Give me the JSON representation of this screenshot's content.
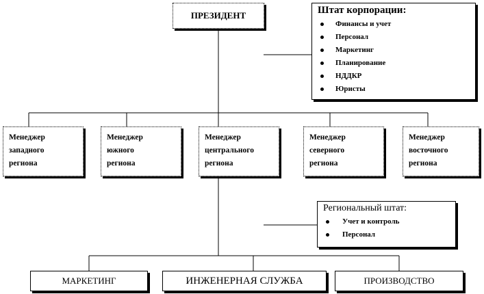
{
  "president": {
    "label": "ПРЕЗИДЕНТ"
  },
  "corporate_staff": {
    "title": "Штат корпорации:",
    "items": [
      "Финансы и учет",
      "Персонал",
      "Маркетинг",
      "Планирование",
      "НДДКР",
      "Юристы"
    ]
  },
  "managers": [
    {
      "lines": [
        "Менеджер",
        "западного",
        "региона"
      ]
    },
    {
      "lines": [
        "Менеджер",
        "южного",
        "региона"
      ]
    },
    {
      "lines": [
        "Менеджер",
        "центрального",
        "региона"
      ]
    },
    {
      "lines": [
        "Менеджер",
        "северного",
        "региона"
      ]
    },
    {
      "lines": [
        "Менеджер",
        "восточного",
        "региона"
      ]
    }
  ],
  "regional_staff": {
    "title": "Региональный штат:",
    "items": [
      "Учет и контроль",
      "Персонал"
    ]
  },
  "departments": [
    {
      "label": "МАРКЕТИНГ"
    },
    {
      "label": "ИНЖЕНЕРНАЯ СЛУЖБА"
    },
    {
      "label": "ПРОИЗВОДСТВО"
    }
  ]
}
